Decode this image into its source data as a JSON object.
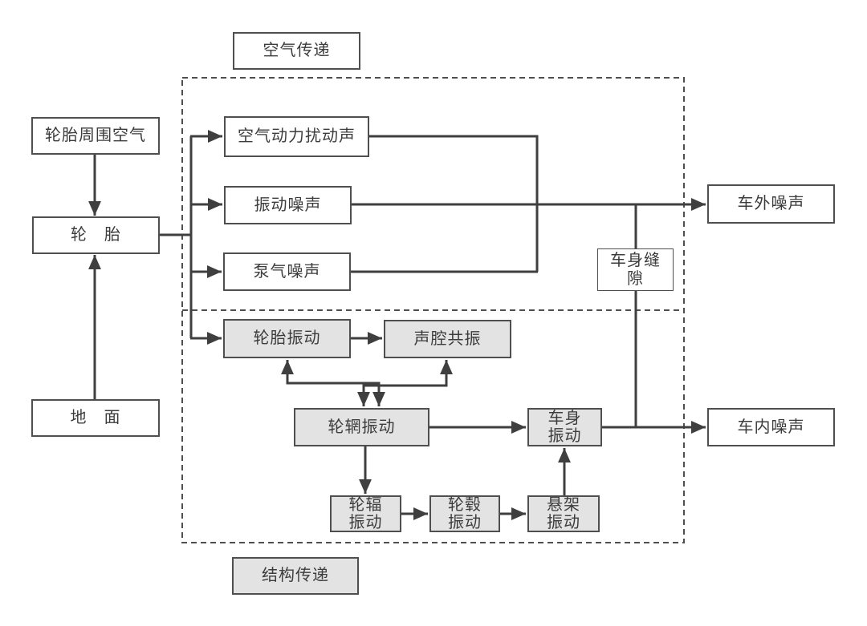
{
  "diagram": {
    "section_labels": {
      "air_transmission": "空气传递",
      "structure_transmission": "结构传递"
    },
    "nodes": {
      "tire_surrounding_air": {
        "label": "轮胎周围空气"
      },
      "tire": {
        "label": "轮　胎"
      },
      "ground": {
        "label": "地　面"
      },
      "aero_disturbance_noise": {
        "label": "空气动力扰动声"
      },
      "vibration_noise": {
        "label": "振动噪声"
      },
      "pumping_noise": {
        "label": "泵气噪声"
      },
      "tire_vibration": {
        "label": "轮胎振动"
      },
      "cavity_resonance": {
        "label": "声腔共振"
      },
      "rim_vibration": {
        "label": "轮辋振动"
      },
      "spoke_vibration": {
        "label": "轮辐\n振动"
      },
      "hub_vibration": {
        "label": "轮毂\n振动"
      },
      "suspension_vibration": {
        "label": "悬架\n振动"
      },
      "body_vibration": {
        "label": "车身\n振动"
      },
      "body_gap": {
        "label": "车身缝\n隙"
      },
      "exterior_noise": {
        "label": "车外噪声"
      },
      "interior_noise": {
        "label": "车内噪声"
      }
    },
    "colors": {
      "line": "#3f3f3f",
      "box_border": "#4f4f4f",
      "gray_fill": "#e3e3e3",
      "white_fill": "#ffffff",
      "text": "#3c3c3c",
      "background": "#ffffff"
    }
  }
}
